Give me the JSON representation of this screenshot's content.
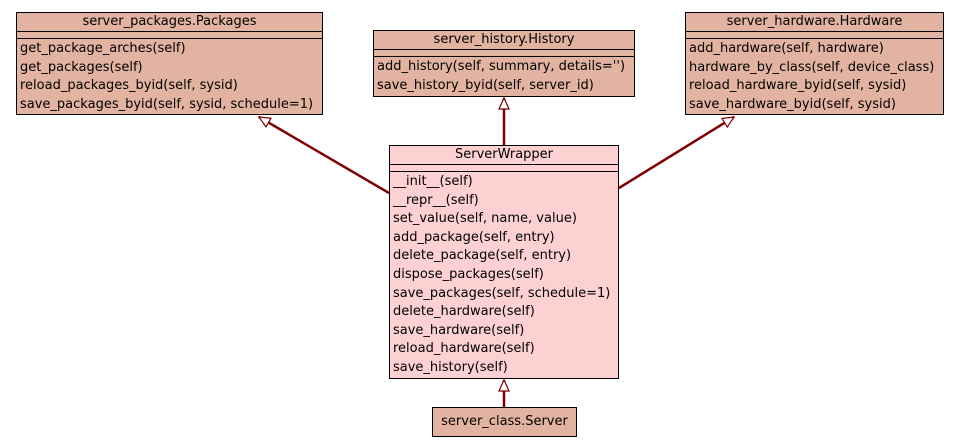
{
  "classes": {
    "packages": {
      "name": "server_packages.Packages",
      "methods": [
        "get_package_arches(self)",
        "get_packages(self)",
        "reload_packages_byid(self, sysid)",
        "save_packages_byid(self, sysid, schedule=1)"
      ]
    },
    "history": {
      "name": "server_history.History",
      "methods": [
        "add_history(self, summary, details='')",
        "save_history_byid(self, server_id)"
      ]
    },
    "hardware": {
      "name": "server_hardware.Hardware",
      "methods": [
        "add_hardware(self, hardware)",
        "hardware_by_class(self, device_class)",
        "reload_hardware_byid(self, sysid)",
        "save_hardware_byid(self, sysid)"
      ]
    },
    "wrapper": {
      "name": "ServerWrapper",
      "methods": [
        "__init__(self)",
        "__repr__(self)",
        "set_value(self, name, value)",
        "add_package(self, entry)",
        "delete_package(self, entry)",
        "dispose_packages(self)",
        "save_packages(self, schedule=1)",
        "delete_hardware(self)",
        "save_hardware(self)",
        "reload_hardware(self)",
        "save_history(self)"
      ]
    },
    "server": {
      "name": "server_class.Server"
    }
  },
  "colors": {
    "base_fill": "#e2b3a1",
    "main_fill": "#fdd1d1",
    "edge": "#7f0000"
  }
}
